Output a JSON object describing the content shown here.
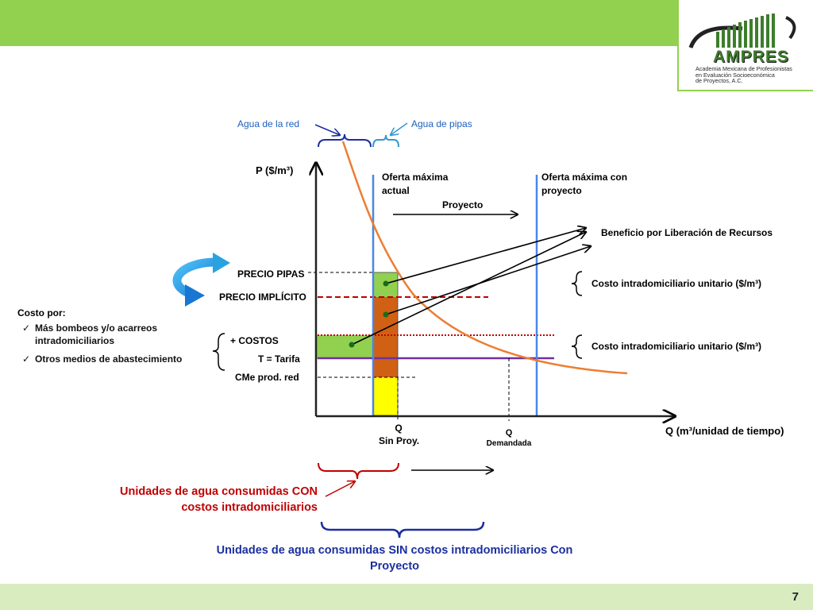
{
  "logo": {
    "name": "AMPRES",
    "description": [
      "Academia Mexicana de Profesionistas",
      "en Evaluación Socioeconómica",
      "de Proyectos, A.C."
    ]
  },
  "page_number": "7",
  "top": {
    "agua_red": "Agua de la red",
    "agua_pipas": "Agua de pipas"
  },
  "axes": {
    "y_label": "P ($/m³)",
    "x_label": "Q (m³/unidad de tiempo)"
  },
  "supply": {
    "actual": "Oferta máxima actual",
    "actual_l1": "Oferta máxima",
    "actual_l2": "actual",
    "proyecto": "Oferta máxima con proyecto",
    "proyecto_l1": "Oferta máxima con",
    "proyecto_l2": "proyecto",
    "arrow_label": "Proyecto"
  },
  "price_levels": {
    "precio_pipas": "PRECIO PIPAS",
    "precio_implicito": "PRECIO IMPLÍCITO",
    "mas_costos": "+ COSTOS",
    "tarifa": "T = Tarifa",
    "cme": "CMe prod. red"
  },
  "right_labels": {
    "beneficio": "Beneficio por Liberación de Recursos",
    "costo_1": "Costo intradomiciliario unitario ($/m³)",
    "costo_2": "Costo intradomiciliario unitario ($/m³)"
  },
  "quantities": {
    "q_sin_l1": "Q",
    "q_sin_l2": "Sin Proy.",
    "q_dem_l1": "Q",
    "q_dem_l2": "Demandada"
  },
  "costo_por": {
    "title": "Costo por:",
    "items": [
      "Más bombeos y/o acarreos intradomiciliarios",
      "Otros medios de abastecimiento"
    ],
    "item1_l1": "Más bombeos y/o acarreos",
    "item1_l2": "intradomiciliarios"
  },
  "bottom": {
    "con_l1": "Unidades de agua consumidas CON",
    "con_l2": "costos intradomiciliarios",
    "sin_l1": "Unidades de agua consumidas SIN costos intradomiciliarios Con",
    "sin_l2": "Proyecto"
  },
  "colors": {
    "green_bar": "#92d050",
    "curve": "#ed7d31",
    "supply": "#4a86e8",
    "tarifa": "#7030a0",
    "orange_fill": "#d06014",
    "yellow_fill": "#ffff00",
    "brace_navy": "#1b2f9e",
    "brace_light": "#3399cc",
    "red_dash": "#c00000"
  }
}
